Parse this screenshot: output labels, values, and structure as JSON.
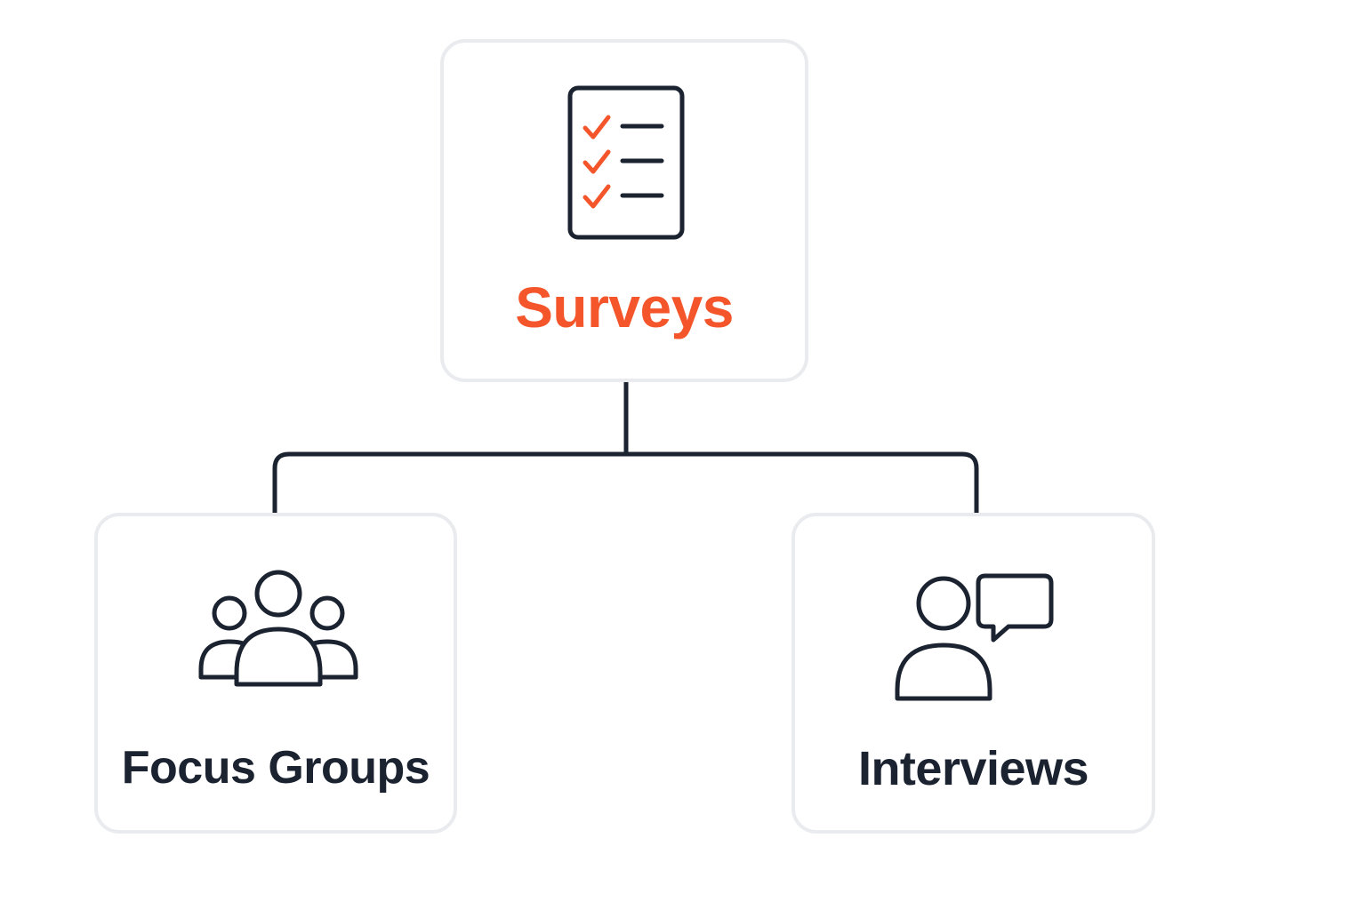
{
  "diagram": {
    "colors": {
      "accent": "#f4552a",
      "dark": "#1b2230",
      "card_border": "#e9ebee",
      "background": "#ffffff"
    },
    "root": {
      "label": "Surveys",
      "icon": "checklist-icon",
      "label_color": "#f4552a"
    },
    "children": [
      {
        "label": "Focus Groups",
        "icon": "group-icon",
        "label_color": "#1b2230"
      },
      {
        "label": "Interviews",
        "icon": "person-speech-icon",
        "label_color": "#1b2230"
      }
    ]
  }
}
